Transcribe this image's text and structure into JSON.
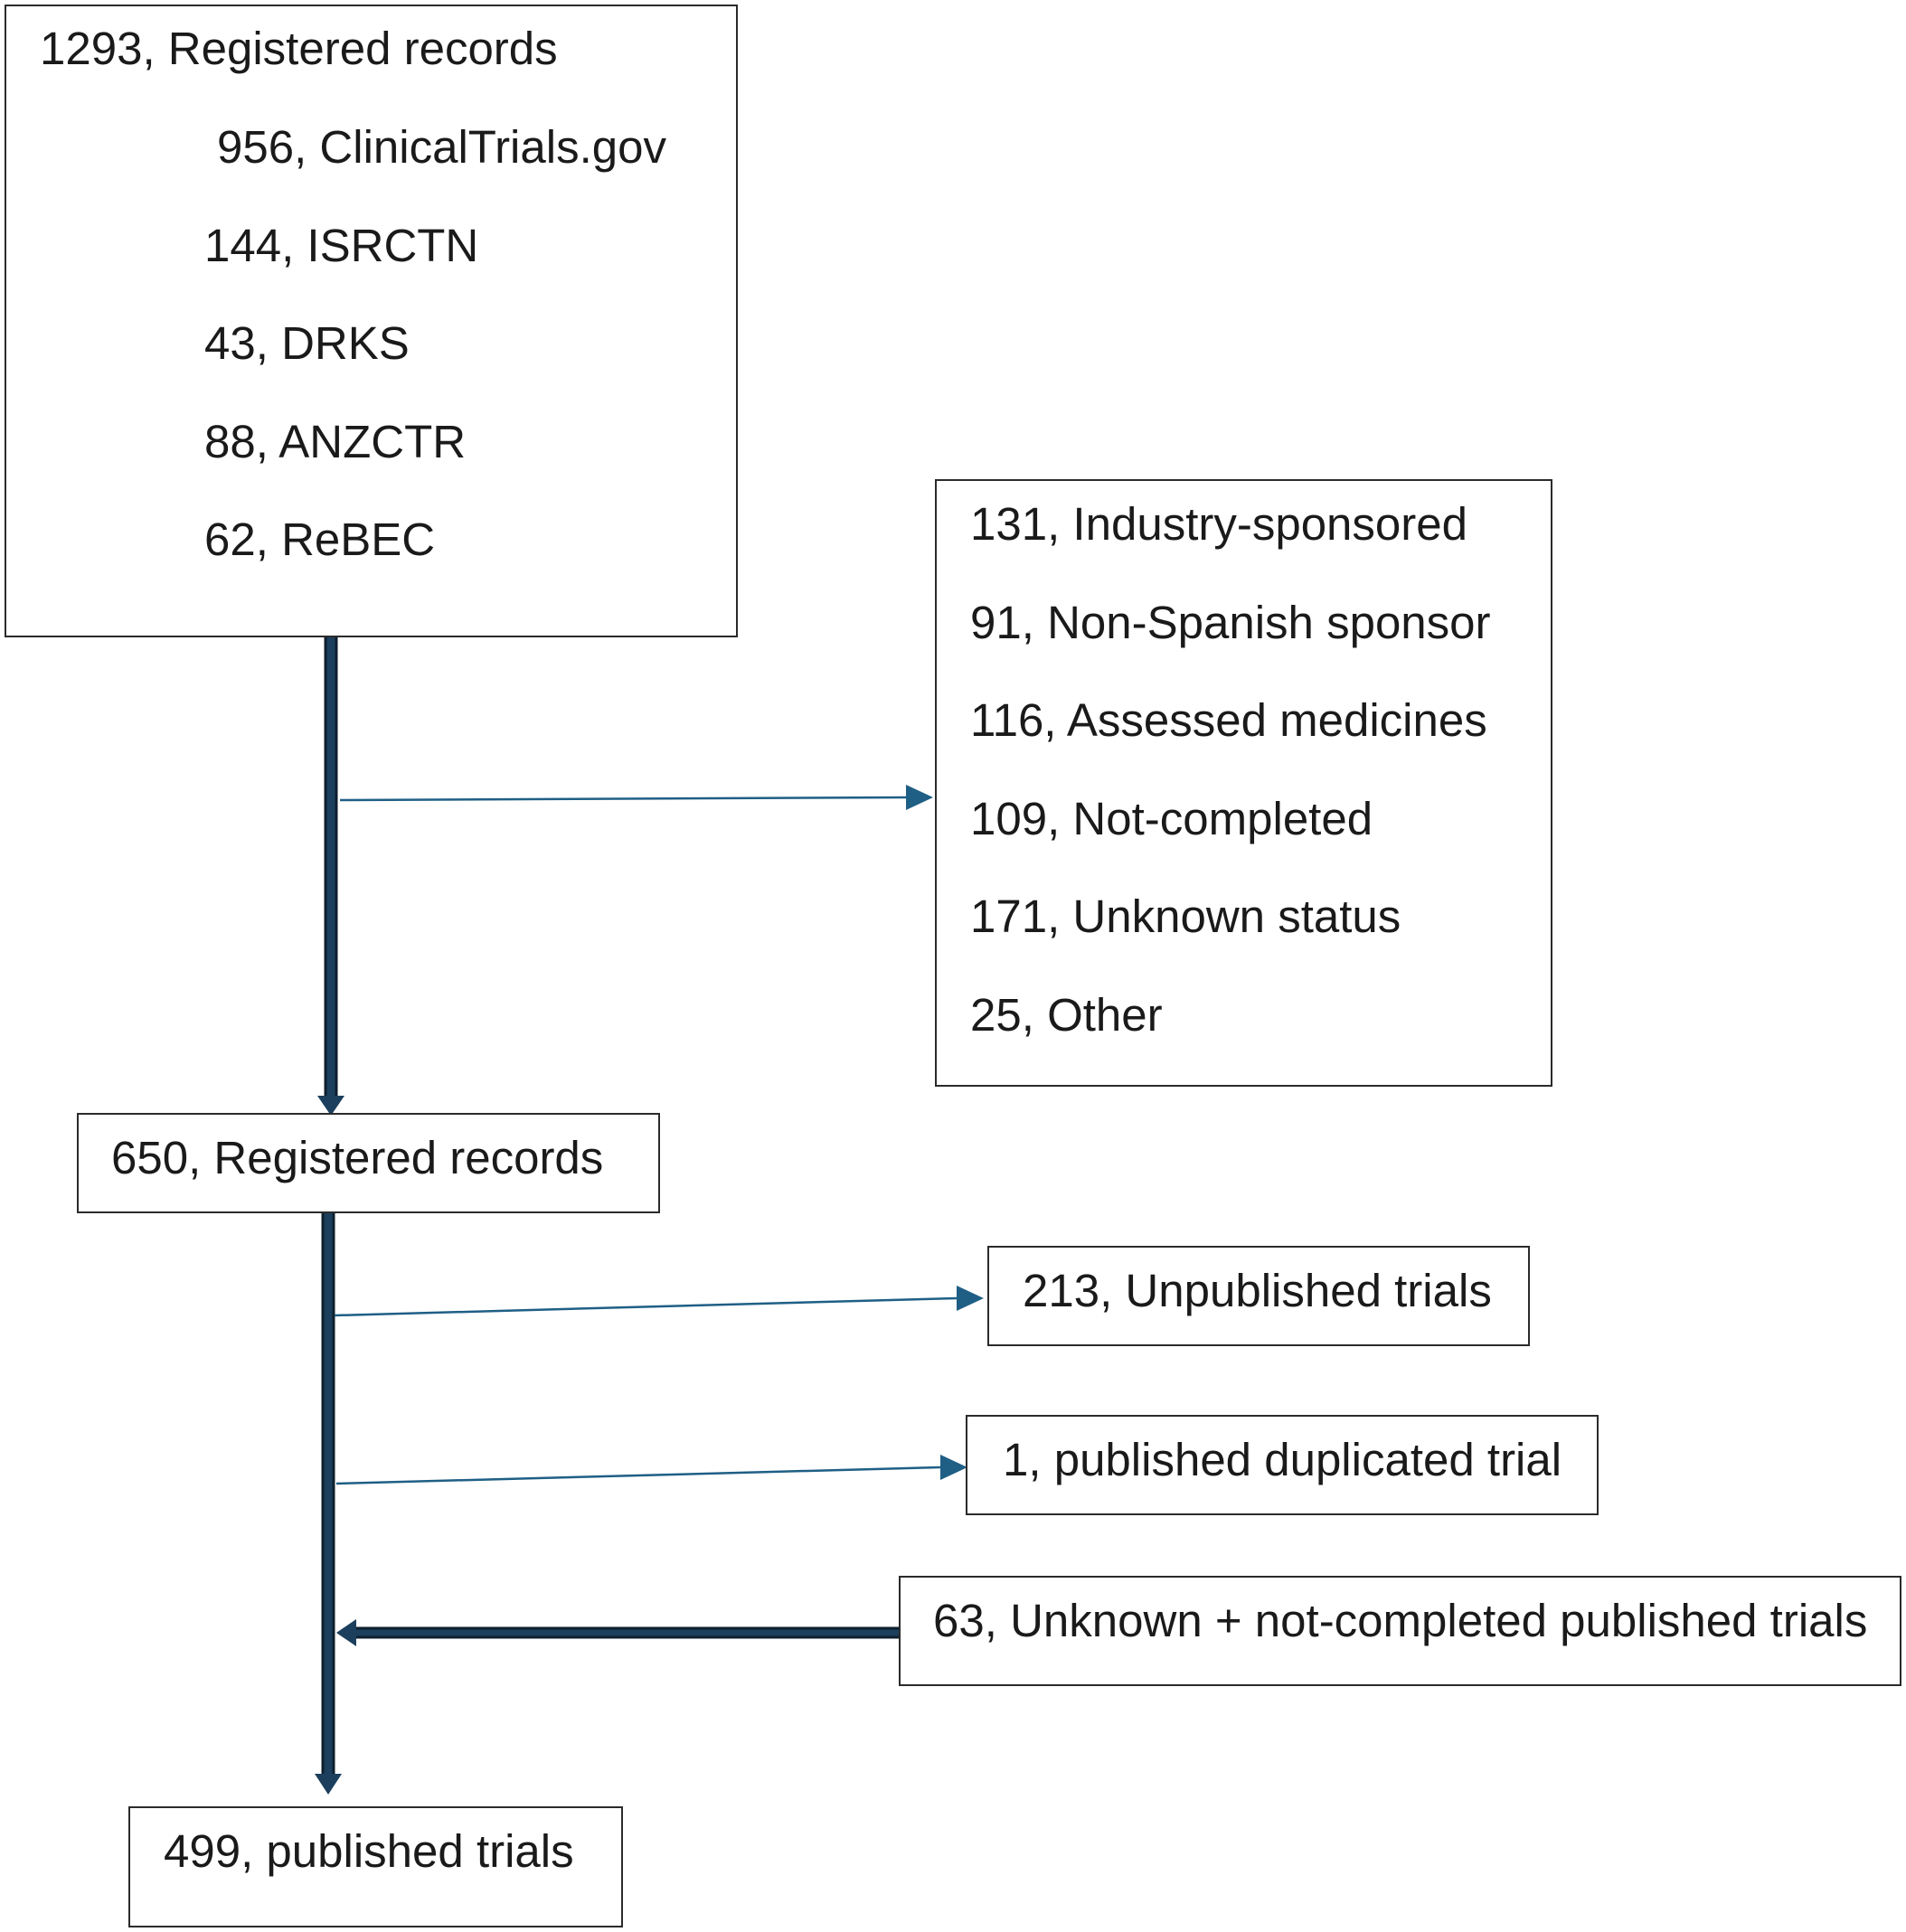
{
  "source_box": {
    "title": "1293, Registered records",
    "registries": [
      "956, ClinicalTrials.gov",
      "144, ISRCTN",
      "43, DRKS",
      "88, ANZCTR",
      "62, ReBEC"
    ]
  },
  "exclusion_box": {
    "items": [
      "131, Industry-sponsored",
      "91, Non-Spanish sponsor",
      "116, Assessed medicines",
      "109, Not-completed",
      "171, Unknown status",
      "25, Other"
    ]
  },
  "middle_box": {
    "label": "650, Registered records"
  },
  "unpublished_box": {
    "label": "213, Unpublished trials"
  },
  "duplicate_box": {
    "label": "1, published duplicated trial"
  },
  "added_box": {
    "label": "63, Unknown + not-completed published trials"
  },
  "final_box": {
    "label": "499, published trials"
  },
  "colors": {
    "main_arrow": "#1b3f5c",
    "branch_arrow": "#1f5f85",
    "box_border": "#2b2b2b"
  }
}
